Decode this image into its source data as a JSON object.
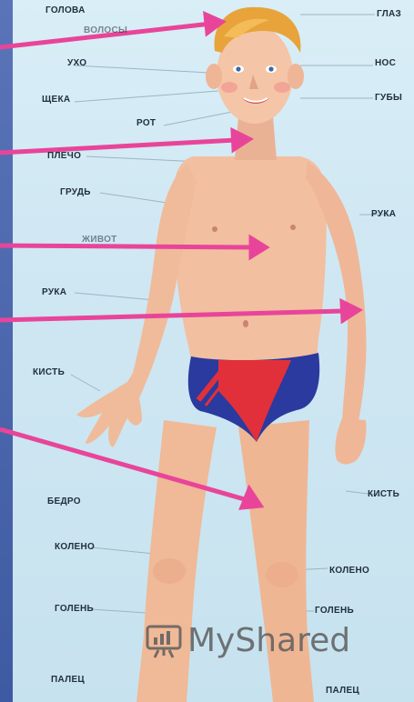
{
  "labels": {
    "head": "ГОЛОВА",
    "hair": "ВОЛОСЫ",
    "eye": "ГЛАЗ",
    "ear": "УХО",
    "nose": "НОС",
    "cheek": "ЩЕКА",
    "lips": "ГУБЫ",
    "mouth": "РОТ",
    "shoulder": "ПЛЕЧО",
    "chest": "ГРУДЬ",
    "belly": "ЖИВОТ",
    "arm_left": "РУКА",
    "arm_right": "РУКА",
    "hand_left": "КИСТЬ",
    "hand_right": "КИСТЬ",
    "thigh": "БЕДРО",
    "knee_left": "КОЛЕНО",
    "knee_right": "КОЛЕНО",
    "shin_left": "ГОЛЕНЬ",
    "shin_right": "ГОЛЕНЬ",
    "toe_left": "ПАЛЕЦ",
    "toe_right": "ПАЛЕЦ"
  },
  "watermark": {
    "text": "MyShared"
  },
  "colors": {
    "arrow": "#e8459a",
    "skin": "#f2bfa0",
    "hair": "#e8a33a",
    "brief_blue": "#2a3a9e",
    "brief_red": "#e2303b"
  }
}
